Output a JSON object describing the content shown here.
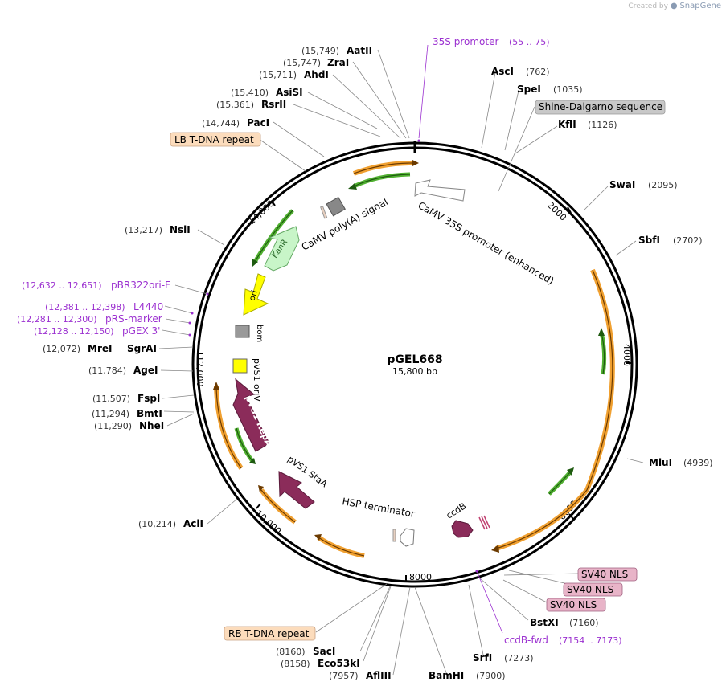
{
  "watermark": {
    "created_by": "Created by",
    "brand": "SnapGene"
  },
  "plasmid": {
    "name": "pGEL668",
    "size": "15,800 bp"
  },
  "colors": {
    "primer": "#9b30d0",
    "enzyme": "#000000",
    "position": "#333333",
    "lb_box": "#fcdcbc",
    "rb_box": "#fcdcbc",
    "nls_box": "#e8b4c8",
    "sd_box": "#c8c8c8",
    "repa": "#8b2c5a",
    "kanr": "#c8f5c8",
    "ori": "#ffff00",
    "orange_arc": "#f0a030",
    "green_arc": "#50b030"
  },
  "ticks": [
    "2000",
    "4000",
    "6000",
    "8000",
    "10,000",
    "12,000",
    "14,000"
  ],
  "enzymes": [
    {
      "name": "AatII",
      "pos": "(15,749)"
    },
    {
      "name": "ZraI",
      "pos": "(15,747)"
    },
    {
      "name": "AhdI",
      "pos": "(15,711)"
    },
    {
      "name": "AsiSI",
      "pos": "(15,410)"
    },
    {
      "name": "RsrII",
      "pos": "(15,361)"
    },
    {
      "name": "PacI",
      "pos": "(14,744)"
    },
    {
      "name": "NsiI",
      "pos": "(13,217)"
    },
    {
      "name": "MreI",
      "pos": "(12,072)"
    },
    {
      "name": "SgrAI",
      "pos": ""
    },
    {
      "name": "AgeI",
      "pos": "(11,784)"
    },
    {
      "name": "FspI",
      "pos": "(11,507)"
    },
    {
      "name": "BmtI",
      "pos": "(11,294)"
    },
    {
      "name": "NheI",
      "pos": "(11,290)"
    },
    {
      "name": "AclI",
      "pos": "(10,214)"
    },
    {
      "name": "SacI",
      "pos": "(8160)"
    },
    {
      "name": "Eco53kI",
      "pos": "(8158)"
    },
    {
      "name": "AflIII",
      "pos": "(7957)"
    },
    {
      "name": "BamHI",
      "pos": "(7900)"
    },
    {
      "name": "SrfI",
      "pos": "(7273)"
    },
    {
      "name": "BstXI",
      "pos": "(7160)"
    },
    {
      "name": "MluI",
      "pos": "(4939)"
    },
    {
      "name": "SbfI",
      "pos": "(2702)"
    },
    {
      "name": "SwaI",
      "pos": "(2095)"
    },
    {
      "name": "KflI",
      "pos": "(1126)"
    },
    {
      "name": "SpeI",
      "pos": "(1035)"
    },
    {
      "name": "AscI",
      "pos": "(762)"
    }
  ],
  "primers": [
    {
      "name": "35S promoter",
      "pos": "(55 .. 75)"
    },
    {
      "name": "pBR322ori-F",
      "pos": "(12,632 .. 12,651)"
    },
    {
      "name": "L4440",
      "pos": "(12,381 .. 12,398)"
    },
    {
      "name": "pRS-marker",
      "pos": "(12,281 .. 12,300)"
    },
    {
      "name": "pGEX 3'",
      "pos": "(12,128 .. 12,150)"
    },
    {
      "name": "ccdB-fwd",
      "pos": "(7154 .. 7173)"
    }
  ],
  "boxed_labels": {
    "lb": "LB T-DNA repeat",
    "rb": "RB T-DNA repeat",
    "sd": "Shine-Dalgarno sequence",
    "nls1": "SV40 NLS",
    "nls2": "SV40 NLS",
    "nls3": "SV40 NLS"
  },
  "features": {
    "camv_polya": "CaMV poly(A) signal",
    "camv_35s": "CaMV 35S promoter (enhanced)",
    "kanr": "KanR",
    "ori": "ori",
    "bom": "bom",
    "pvs1_oriv": "pVS1 oriV",
    "pvs1_repa": "pVS1 RepA",
    "pvs1_staa": "pVS1 StaA",
    "hsp_term": "HSP terminator",
    "ccdb": "ccdB"
  }
}
